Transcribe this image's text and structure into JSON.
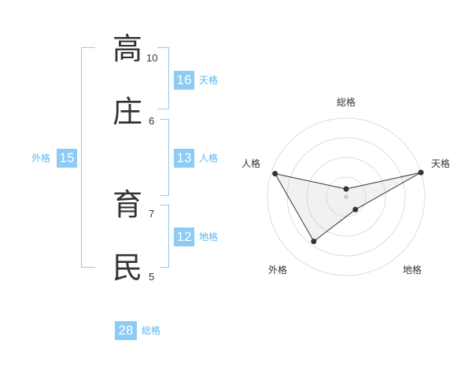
{
  "characters": [
    {
      "char": "高",
      "strokes": "10"
    },
    {
      "char": "庄",
      "strokes": "6"
    },
    {
      "char": "育",
      "strokes": "7"
    },
    {
      "char": "民",
      "strokes": "5"
    }
  ],
  "kakusu": {
    "tenkaku": {
      "value": "16",
      "label": "天格"
    },
    "jinkaku": {
      "value": "13",
      "label": "人格"
    },
    "chikaku": {
      "value": "12",
      "label": "地格"
    },
    "gaikaku": {
      "value": "15",
      "label": "外格"
    },
    "soukaku": {
      "value": "28",
      "label": "総格"
    }
  },
  "colors": {
    "accent": "#8ccbf4",
    "accent_text": "#59b7ef",
    "text": "#333333"
  },
  "chart_data": {
    "type": "radar",
    "axes": [
      "総格",
      "天格",
      "地格",
      "外格",
      "人格"
    ],
    "rings": 4,
    "values": [
      0.1,
      1.0,
      0.2,
      0.7,
      0.95
    ]
  }
}
